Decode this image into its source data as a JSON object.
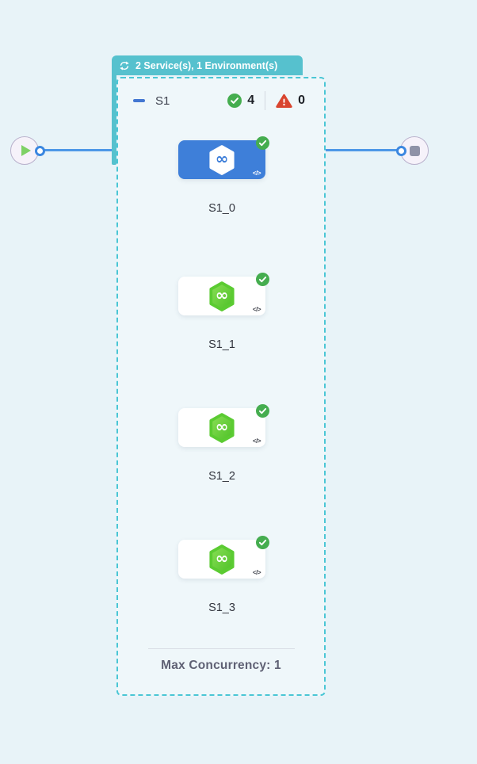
{
  "matrix_badge": {
    "label": "2 Service(s), 1 Environment(s)",
    "icon": "loop-icon",
    "color": "#56C1CE"
  },
  "stage_header": {
    "title": "S1",
    "collapse_icon": "minus-icon",
    "success": {
      "icon": "check-circle-icon",
      "count": "4",
      "color": "#45AD4F"
    },
    "failure": {
      "icon": "warning-triangle-icon",
      "count": "0",
      "color": "#D9452F"
    }
  },
  "nodes": [
    {
      "label": "S1_0",
      "selected": true,
      "status": "success"
    },
    {
      "label": "S1_1",
      "selected": false,
      "status": "success"
    },
    {
      "label": "S1_2",
      "selected": false,
      "status": "success"
    },
    {
      "label": "S1_3",
      "selected": false,
      "status": "success"
    }
  ],
  "icons": {
    "code_glyph": "</>",
    "service_icon": "hexagon-infinity-icon",
    "start_icon": "play-icon",
    "end_icon": "stop-icon"
  },
  "footer": {
    "max_concurrency_label": "Max Concurrency: 1"
  },
  "colors": {
    "background": "#E8F3F8",
    "dashed_border": "#4AC6D5",
    "selected_node_blue": "#3E7FD9",
    "connector_blue": "#4D97E7",
    "success_green": "#45AD4F",
    "failure_red": "#D9452F",
    "service_hexagon_green": "#5BCB32"
  }
}
